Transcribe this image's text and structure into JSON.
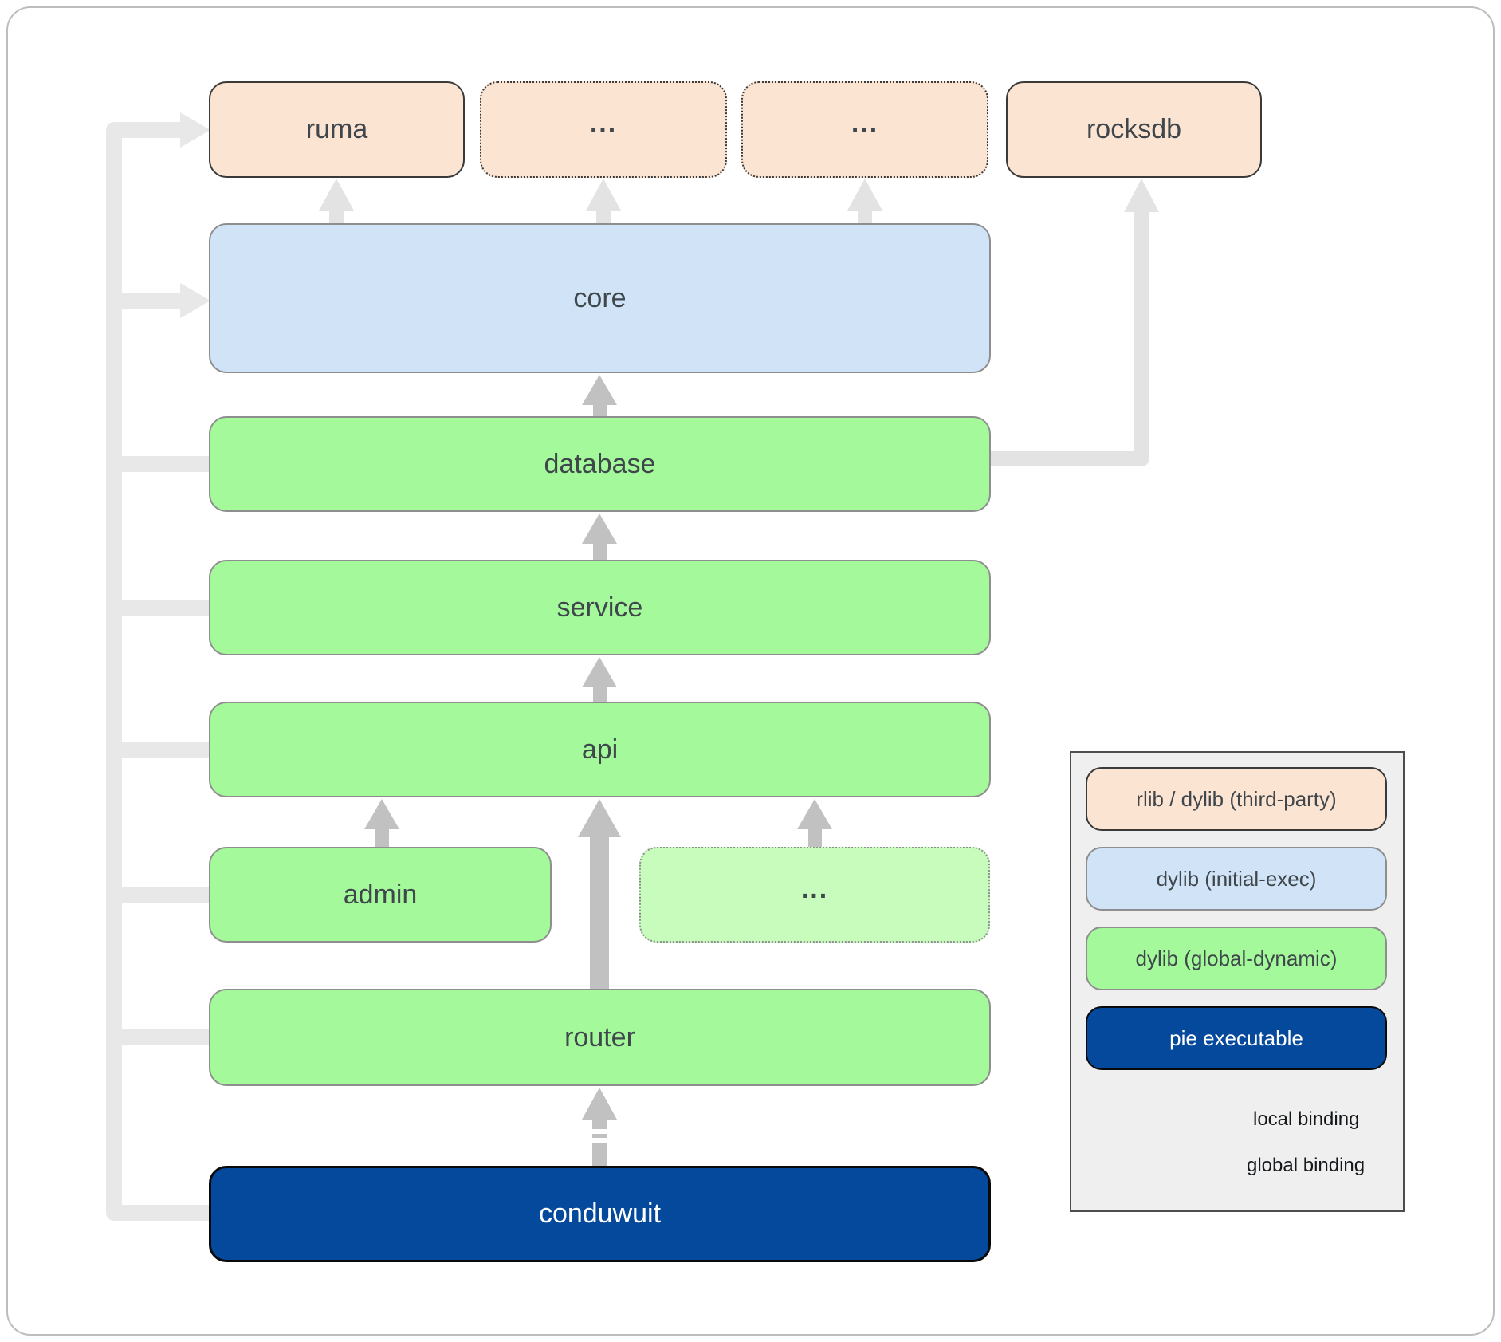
{
  "diagram": {
    "nodes": {
      "ruma": {
        "label": "ruma"
      },
      "more1": {
        "label": "..."
      },
      "more2": {
        "label": "..."
      },
      "rocksdb": {
        "label": "rocksdb"
      },
      "core": {
        "label": "core"
      },
      "database": {
        "label": "database"
      },
      "service": {
        "label": "service"
      },
      "api": {
        "label": "api"
      },
      "admin": {
        "label": "admin"
      },
      "more3": {
        "label": "..."
      },
      "router": {
        "label": "router"
      },
      "conduwuit": {
        "label": "conduwuit"
      }
    }
  },
  "legend": {
    "items": [
      {
        "label": "rlib / dylib (third-party)",
        "type": "third-party"
      },
      {
        "label": "dylib (initial-exec)",
        "type": "initial-exec"
      },
      {
        "label": "dylib (global-dynamic)",
        "type": "global-dynamic"
      },
      {
        "label": "pie executable",
        "type": "pie-executable"
      }
    ],
    "bindings": [
      {
        "label": "local binding",
        "style": "dashed-arrow"
      },
      {
        "label": "global binding",
        "style": "solid-arrow"
      }
    ]
  },
  "colors": {
    "peach": "#fce4d2",
    "peach-border": "#3a3a3a",
    "blue": "#d1e4f7",
    "green": "#a4fa9a",
    "green-light": "#c7fcbd",
    "navy": "#04499c",
    "navy-border": "#0a0a0a",
    "gray-border": "#8e8e8e",
    "label": "#3f464c",
    "label-dark": "#15181b",
    "white-label": "#ffffff",
    "arrow-dark": "#c1c1c1",
    "arrow-light": "#e3e3e3",
    "bus": "#e8e8e8",
    "page-border": "#bdbdbd",
    "legend-bg": "#efefef",
    "legend-border": "#4d4d4d"
  }
}
